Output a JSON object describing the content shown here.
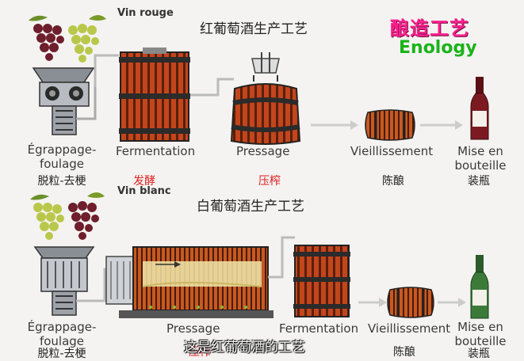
{
  "header": {
    "badge_cn": "酿造工艺",
    "badge_en": "Enology",
    "subtitle": "这是红葡萄酒的工艺"
  },
  "red_process": {
    "name": "Vin rouge",
    "title": "红葡萄酒生产工艺",
    "steps": [
      {
        "fr": "Égrappage-",
        "fr2": "foulage",
        "cn": "脱粒-去梗"
      },
      {
        "fr": "Fermentation",
        "cn": "发酵"
      },
      {
        "fr": "Pressage",
        "cn": "压榨"
      },
      {
        "fr": "Vieillissement",
        "cn": "陈酿"
      },
      {
        "fr": "Mise en",
        "fr2": "bouteille",
        "cn": "装瓶"
      }
    ]
  },
  "white_process": {
    "name": "Vin blanc",
    "title": "白葡萄酒生产工艺",
    "steps": [
      {
        "fr": "Égrappage-",
        "fr2": "foulage",
        "cn": "脱粒-去梗"
      },
      {
        "fr": "Pressage",
        "cn": "压榨"
      },
      {
        "fr": "Fermentation",
        "cn": ""
      },
      {
        "fr": "Vieillissement",
        "cn": "陈酿"
      },
      {
        "fr": "Mise en",
        "fr2": "bouteille",
        "cn": "装瓶"
      }
    ]
  }
}
